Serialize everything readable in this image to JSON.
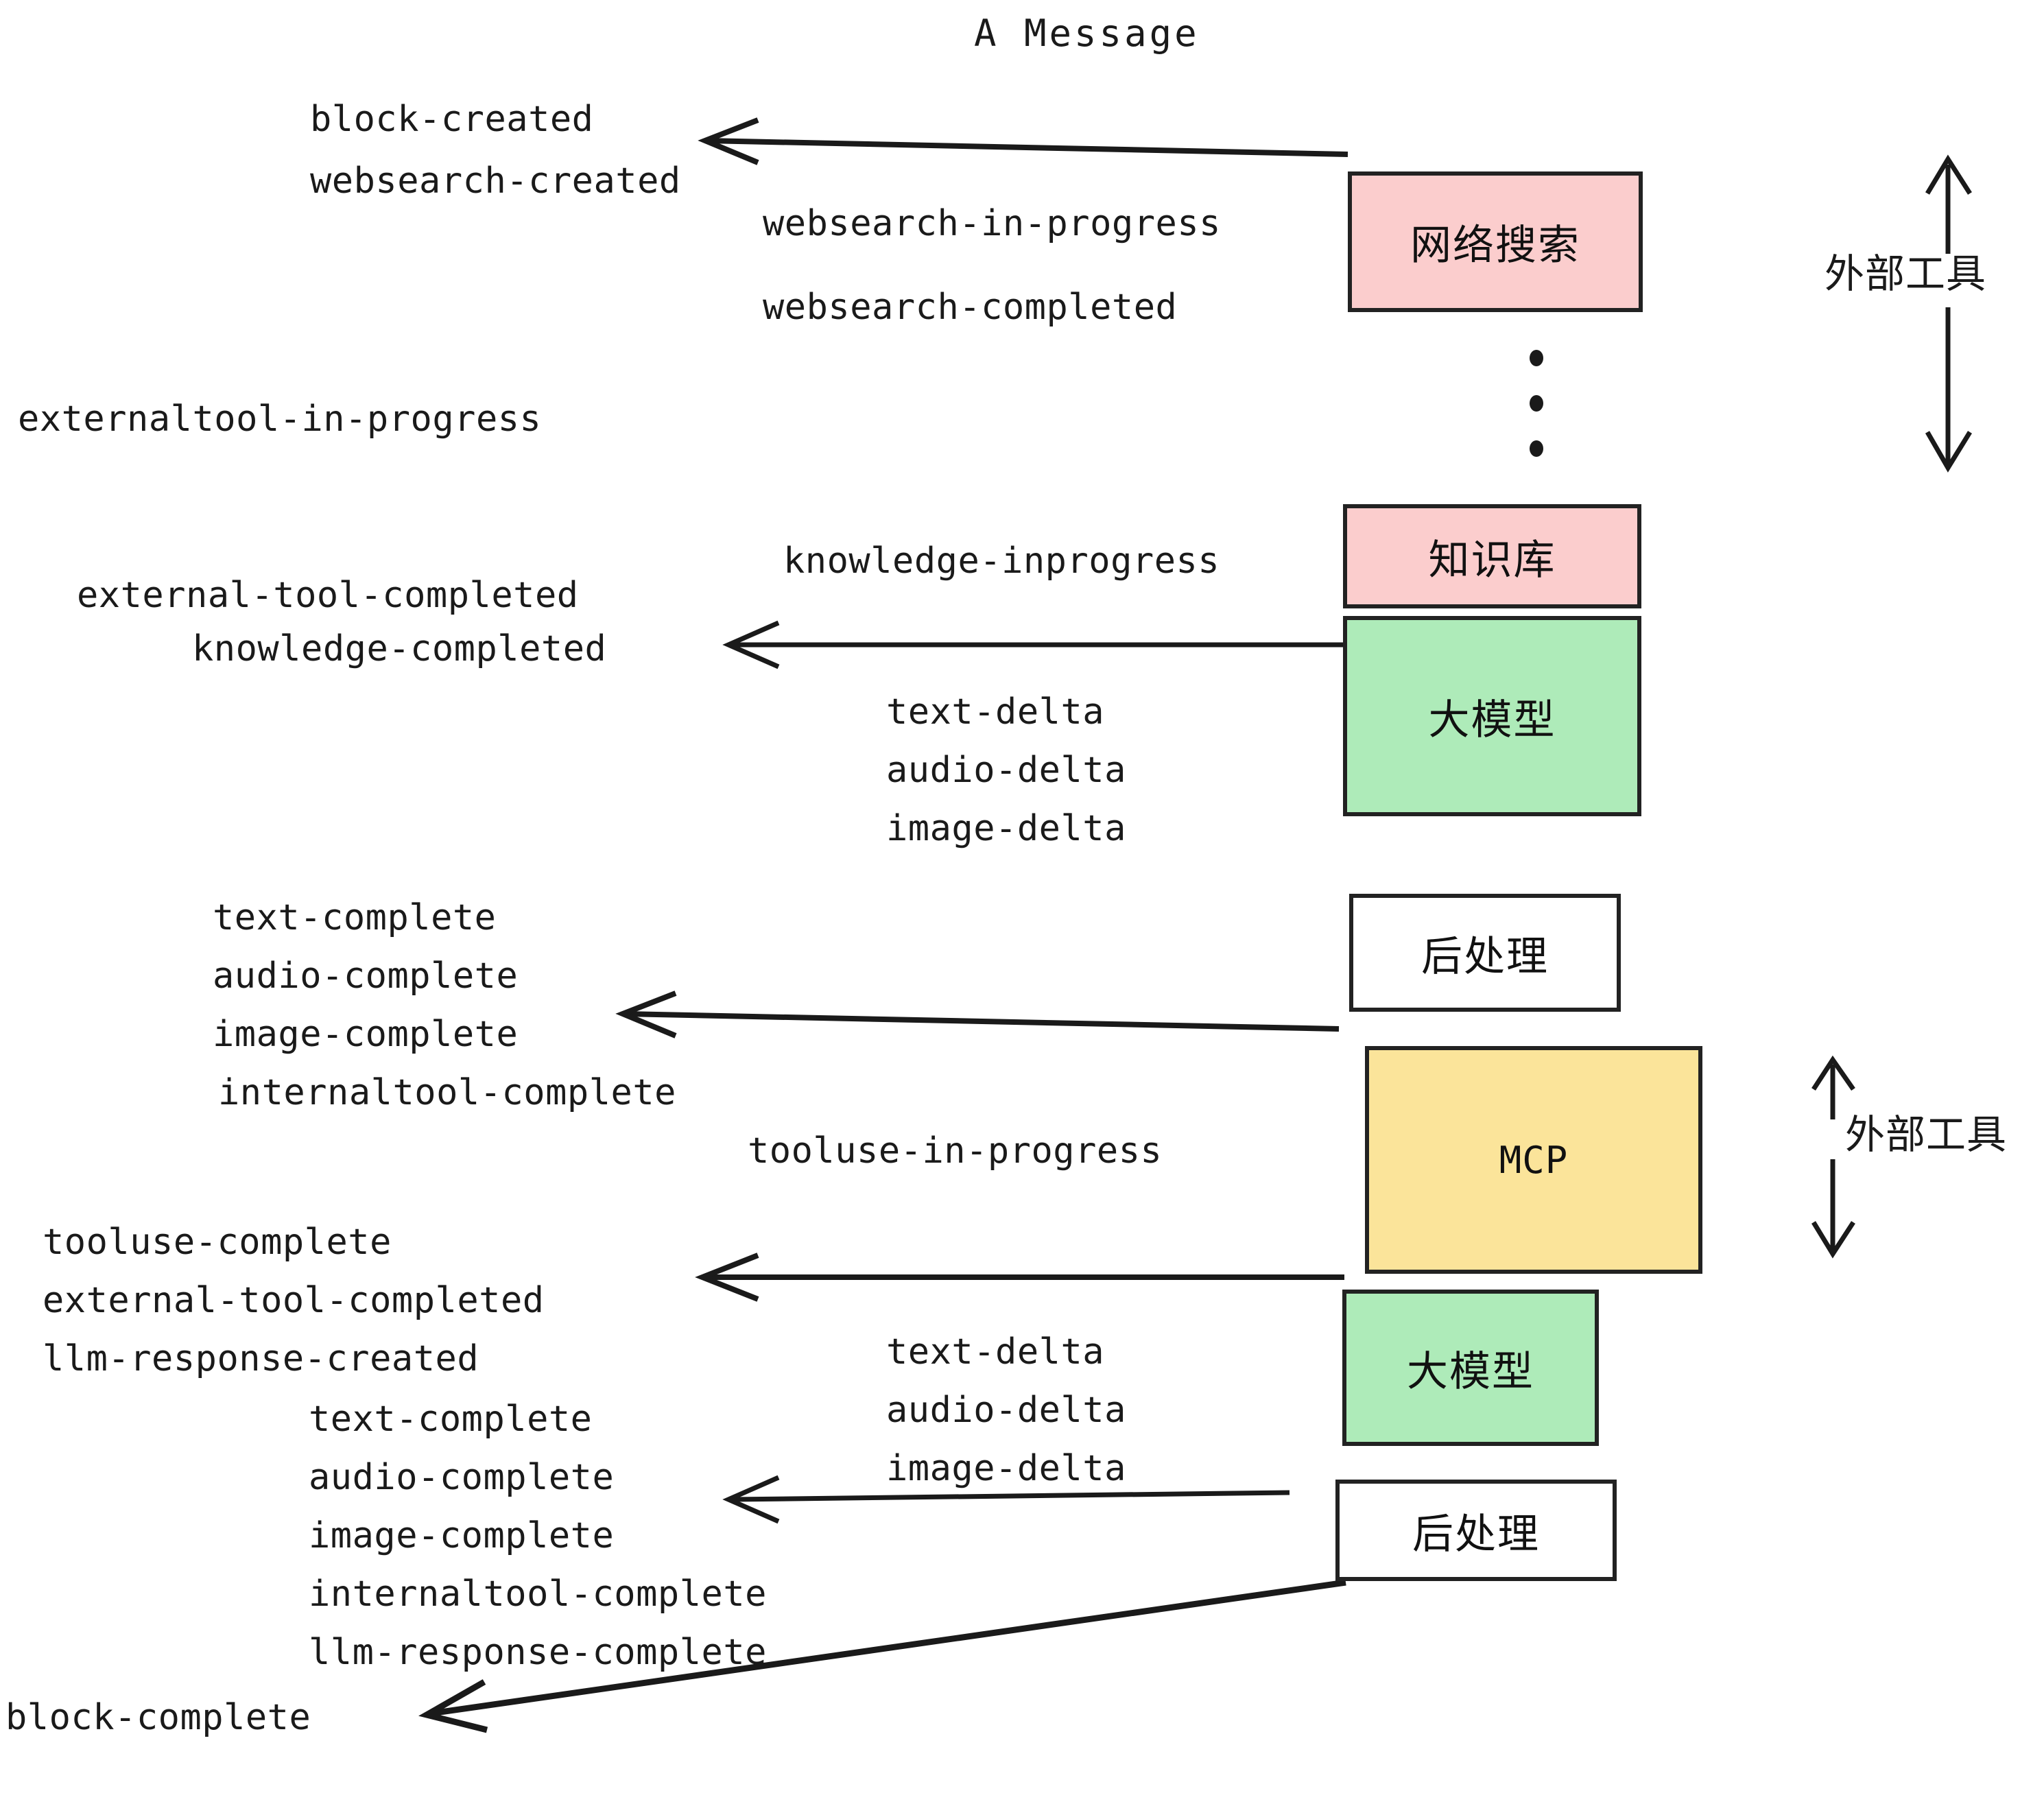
{
  "title": "A Message",
  "colors": {
    "pink": "#fbcdcd",
    "green": "#aeebb9",
    "yellow": "#fbe49a",
    "white": "#ffffff",
    "stroke": "#222222",
    "text": "#1a1a1a"
  },
  "nodes": [
    {
      "id": "websearch",
      "label": "网络搜索",
      "fill": "#fbcdcd"
    },
    {
      "id": "knowledge",
      "label": "知识库",
      "fill": "#fbcdcd"
    },
    {
      "id": "llm-1",
      "label": "大模型",
      "fill": "#aeebb9"
    },
    {
      "id": "postprocess-1",
      "label": "后处理",
      "fill": "#ffffff"
    },
    {
      "id": "mcp",
      "label": "MCP",
      "fill": "#fbe49a"
    },
    {
      "id": "llm-2",
      "label": "大模型",
      "fill": "#aeebb9"
    },
    {
      "id": "postprocess-2",
      "label": "后处理",
      "fill": "#ffffff"
    }
  ],
  "side_labels": [
    {
      "id": "external-tool-top",
      "label": "外部工具"
    },
    {
      "id": "external-tool-bottom",
      "label": "外部工具"
    }
  ],
  "events": {
    "block_created": "block-created",
    "websearch_created": "websearch-created",
    "websearch_in_progress": "websearch-in-progress",
    "websearch_completed": "websearch-completed",
    "externaltool_in_progress": "externaltool-in-progress",
    "knowledge_inprogress": "knowledge-inprogress",
    "external_tool_completed_1": "external-tool-completed",
    "knowledge_completed": "knowledge-completed",
    "text_delta_1": "text-delta",
    "audio_delta_1": "audio-delta",
    "image_delta_1": "image-delta",
    "text_complete_1": "text-complete",
    "audio_complete_1": "audio-complete",
    "image_complete_1": "image-complete",
    "internaltool_complete_1": "internaltool-complete",
    "tooluse_in_progress": "tooluse-in-progress",
    "tooluse_complete": "tooluse-complete",
    "external_tool_completed_2": "external-tool-completed",
    "llm_response_created": "llm-response-created",
    "text_delta_2": "text-delta",
    "audio_delta_2": "audio-delta",
    "image_delta_2": "image-delta",
    "text_complete_2": "text-complete",
    "audio_complete_2": "audio-complete",
    "image_complete_2": "image-complete",
    "internaltool_complete_2": "internaltool-complete",
    "llm_response_complete": "llm-response-complete",
    "block_complete": "block-complete"
  }
}
